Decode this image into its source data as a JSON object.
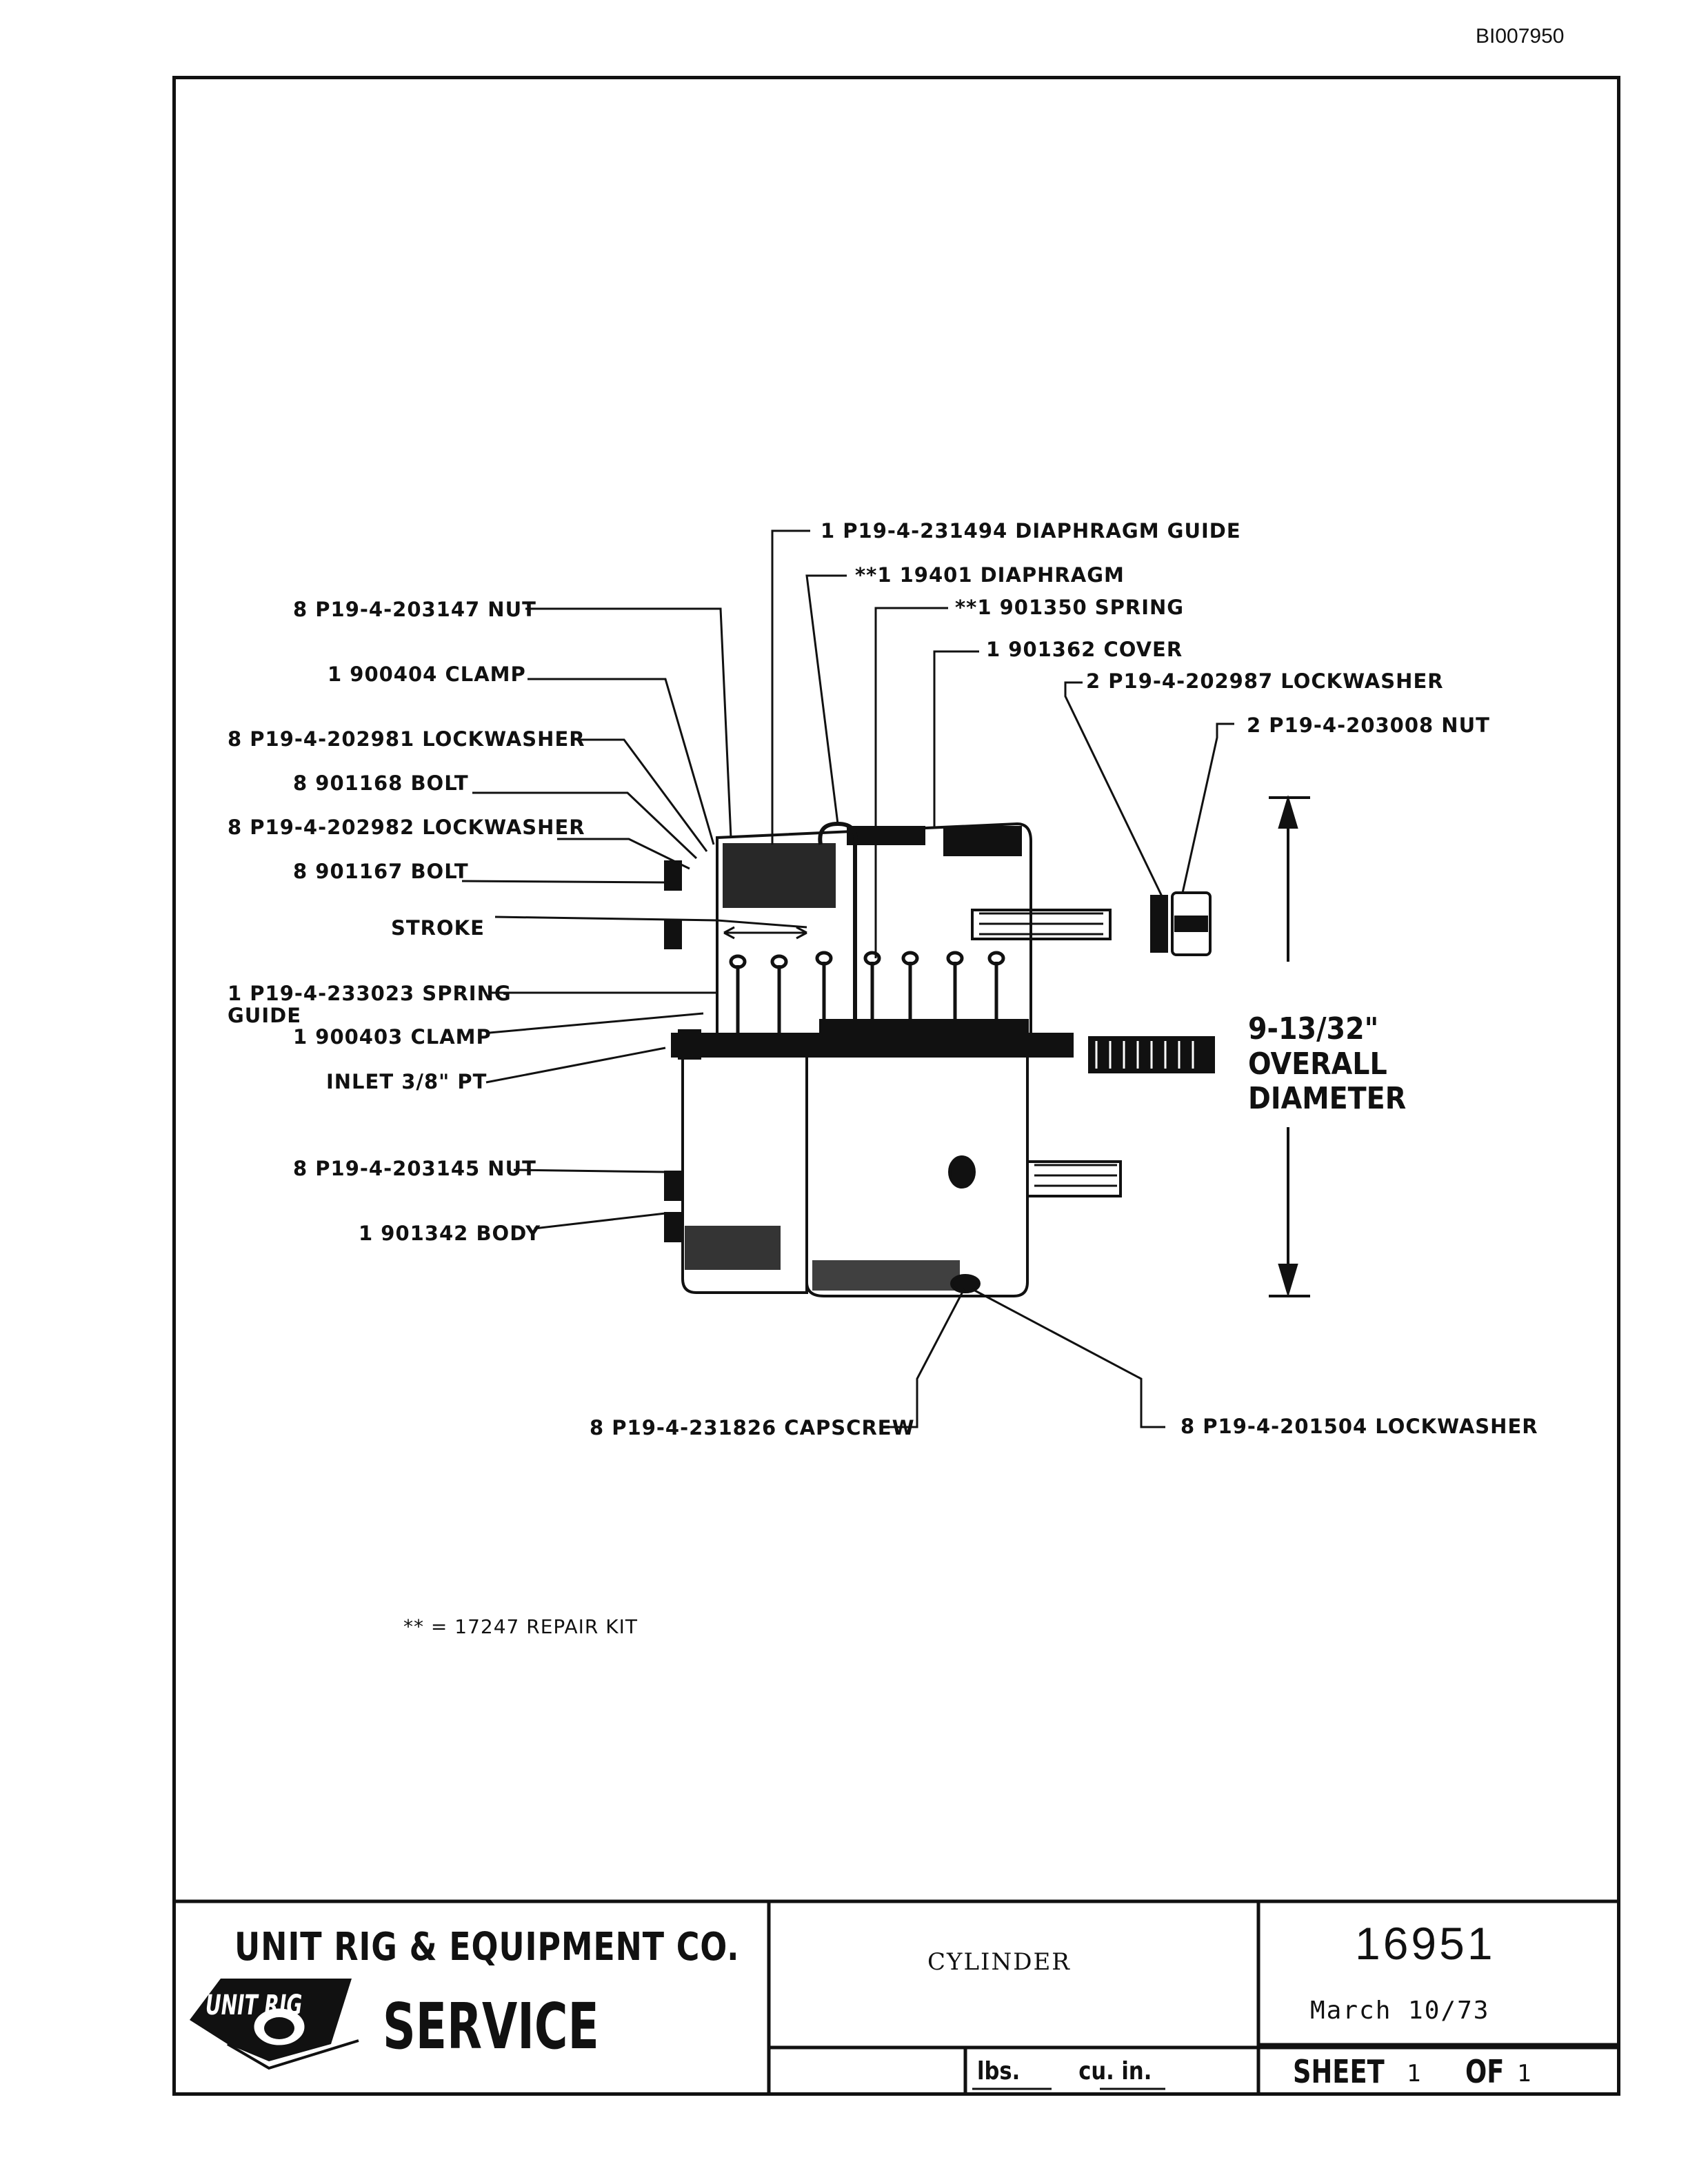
{
  "document_id": "BI007950",
  "callouts": [
    {
      "id": "diaphragm-guide",
      "text": "1  P19-4-231494 DIAPHRAGM GUIDE"
    },
    {
      "id": "diaphragm",
      "text": "**1  19401 DIAPHRAGM"
    },
    {
      "id": "spring",
      "text": "**1  901350 SPRING"
    },
    {
      "id": "cover",
      "text": "1  901362 COVER"
    },
    {
      "id": "lockwasher-202987",
      "text": "2  P19-4-202987 LOCKWASHER"
    },
    {
      "id": "nut-203008",
      "text": "2  P19-4-203008 NUT"
    },
    {
      "id": "nut-203147",
      "text": "8  P19-4-203147 NUT"
    },
    {
      "id": "clamp-900404",
      "text": "1  900404 CLAMP"
    },
    {
      "id": "lockwasher-202981",
      "text": "8  P19-4-202981 LOCKWASHER"
    },
    {
      "id": "bolt-901168",
      "text": "8  901168 BOLT"
    },
    {
      "id": "lockwasher-202982",
      "text": "8  P19-4-202982 LOCKWASHER"
    },
    {
      "id": "bolt-901167",
      "text": "8  901167 BOLT"
    },
    {
      "id": "stroke",
      "text": "STROKE"
    },
    {
      "id": "spring-guide",
      "text": "1  P19-4-233023 SPRING"
    },
    {
      "id": "spring-guide-2",
      "text": "GUIDE"
    },
    {
      "id": "clamp-900403",
      "text": "1  900403 CLAMP"
    },
    {
      "id": "inlet",
      "text": "INLET 3/8\" PT"
    },
    {
      "id": "nut-203145",
      "text": "8  P19-4-203145 NUT"
    },
    {
      "id": "body",
      "text": "1  901342 BODY"
    },
    {
      "id": "capscrew",
      "text": "8  P19-4-231826 CAPSCREW"
    },
    {
      "id": "lockwasher-201504",
      "text": "8  P19-4-201504 LOCKWASHER"
    }
  ],
  "dimension": {
    "line1": "9-13/32\"",
    "line2": "OVERALL",
    "line3": "DIAMETER"
  },
  "kit_note": "** = 17247  REPAIR KIT",
  "title_block": {
    "company": "UNIT RIG & EQUIPMENT CO.",
    "logo_text": "UNIT RIG",
    "service": "SERVICE",
    "part_title": "CYLINDER",
    "drawing_number": "16951",
    "date": "March 10/73",
    "weight_label": "lbs.",
    "volume_label": "cu. in.",
    "sheet_label": "SHEET",
    "sheet_num": "1",
    "of_label": "OF",
    "sheet_total": "1"
  },
  "colors": {
    "ink": "#111111",
    "paper": "#ffffff"
  }
}
